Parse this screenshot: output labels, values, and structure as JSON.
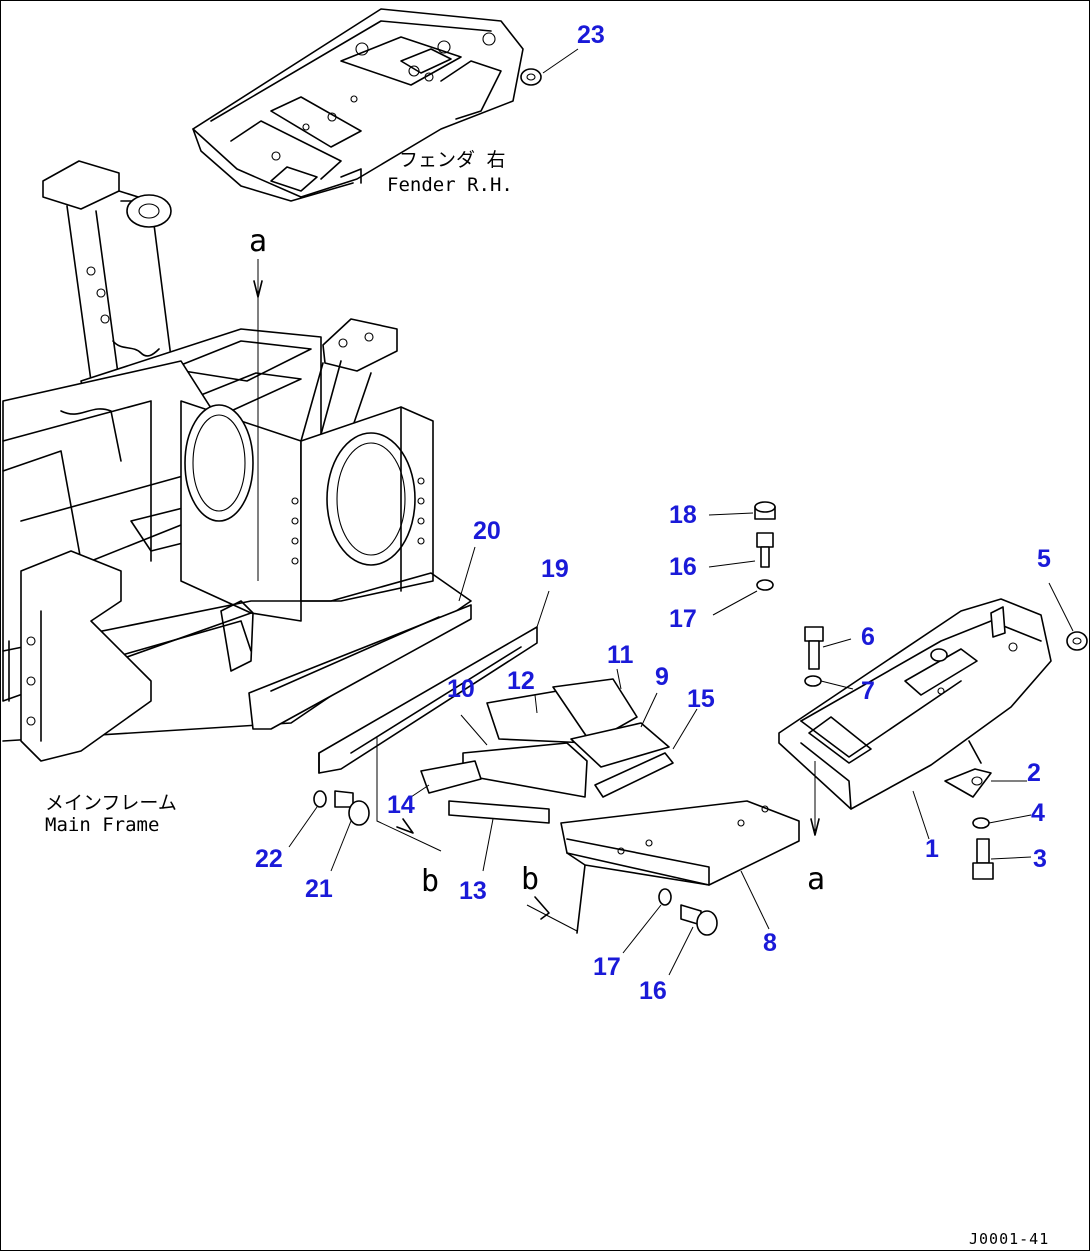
{
  "drawing_number": "J0001-41",
  "captions": {
    "fender_jp": "フェンダ 右",
    "fender_en": "Fender R.H.",
    "main_frame_jp": "メインフレーム",
    "main_frame_en": "Main Frame"
  },
  "view_markers": [
    "a",
    "a",
    "b",
    "b"
  ],
  "callouts": [
    "1",
    "2",
    "3",
    "4",
    "5",
    "6",
    "7",
    "8",
    "9",
    "10",
    "11",
    "12",
    "13",
    "14",
    "15",
    "16",
    "17",
    "18",
    "19",
    "20",
    "21",
    "22",
    "23",
    "16",
    "17"
  ],
  "colors": {
    "callout": "#1a1ad8",
    "line": "#000000",
    "background": "#ffffff"
  }
}
